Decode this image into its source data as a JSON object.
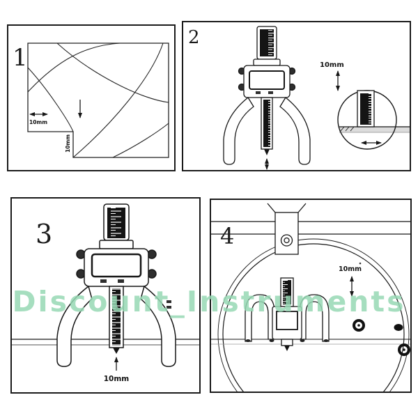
{
  "watermark": "Discount_Instruments",
  "panels": {
    "p1": {
      "number": "1",
      "dim_h": "10mm",
      "dim_v": "10mm"
    },
    "p2": {
      "number": "2",
      "dim": "10mm"
    },
    "p3": {
      "number": "3",
      "dim": "10mm"
    },
    "p4": {
      "number": "4",
      "dim": "10mm"
    }
  },
  "colors": {
    "line": "#1a1a1a",
    "watermark": "#97d8b4"
  }
}
